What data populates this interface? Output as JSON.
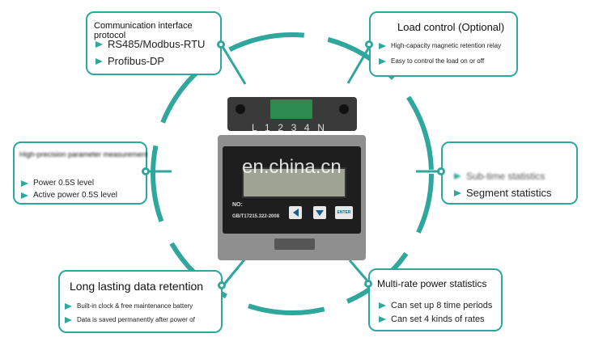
{
  "boxes": {
    "comm": {
      "title": "Communication interface protocol",
      "items": [
        "RS485/Modbus-RTU",
        "Profibus-DP"
      ]
    },
    "load": {
      "title": "Load control (Optional)",
      "items": [
        "High-capacity magnetic retention relay",
        "Easy to control the load on or off"
      ]
    },
    "measure": {
      "title": "High-precision parameter measurement",
      "items": [
        "Power 0.5S level",
        "Active power 0.5S level"
      ]
    },
    "stats": {
      "items": [
        "Sub-time statistics",
        "Segment statistics"
      ]
    },
    "retention": {
      "title": "Long lasting data retention",
      "items": [
        "Built-in clock & free maintenance battery",
        "Data is saved permanently after power of"
      ]
    },
    "multirate": {
      "title": "Multi-rate power statistics",
      "items": [
        "Can set up 8 time periods",
        "Can set 4 kinds of rates"
      ]
    }
  },
  "meter": {
    "terminals": "L  1  2  3  4  N",
    "no_label": "NO:",
    "standard": "GB/T17215.322-2008",
    "enter_label": "ENTER"
  },
  "watermark": "en.china.cn",
  "colors": {
    "accent": "#2fa79d"
  }
}
